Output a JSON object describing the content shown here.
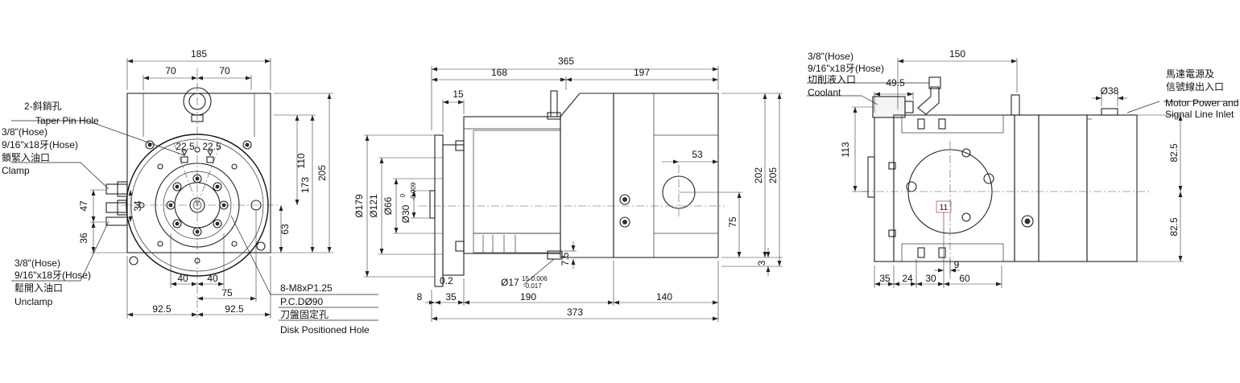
{
  "views": {
    "front": {
      "dims": {
        "d185": "185",
        "d70a": "70",
        "d70b": "70",
        "d110": "110",
        "d173": "173",
        "d205": "205",
        "d63": "63",
        "d47": "47",
        "d36": "36",
        "d34": "34",
        "d40a": "40",
        "d40b": "40",
        "d75": "75",
        "d92a": "92.5",
        "d92b": "92.5",
        "ang1": "22.5",
        "ang2": "22.5"
      },
      "labels": {
        "taper_cn": "2-斜銷孔",
        "taper_en": "Taper Pin Hole",
        "clamp_hose1": "3/8\"(Hose)",
        "clamp_hose2": "9/16\"x18牙(Hose)",
        "clamp_cn": "鎖緊入油口",
        "clamp_en": "Clamp",
        "unclamp_hose1": "3/8\"(Hose)",
        "unclamp_hose2": "9/16\"x18牙(Hose)",
        "unclamp_cn": "鬆開入油口",
        "unclamp_en": "Unclamp",
        "thread": "8-M8xP1.25",
        "pcd": "P.C.DØ90",
        "disk_cn": "刀盤固定孔",
        "disk_en": "Disk Positioned Hole"
      }
    },
    "side": {
      "dims": {
        "d365": "365",
        "d168": "168",
        "d197": "197",
        "d15": "15",
        "d179": "Ø179",
        "d121": "Ø121",
        "d66": "Ø66",
        "d30": "Ø30",
        "tol30_up": "0",
        "tol30_dn": "-0.009",
        "d53": "53",
        "d75": "75",
        "d202": "202",
        "d205": "205",
        "d3": "3",
        "d75b": "7.5",
        "d02": "0.2",
        "d17": "Ø17",
        "tol17_up": "-0.006",
        "tol17_dn": "-0.017",
        "tol17_pre": "15",
        "d8": "8",
        "d35": "35",
        "d190": "190",
        "d140": "140",
        "d373": "373"
      }
    },
    "top": {
      "dims": {
        "d150": "150",
        "d495": "49.5",
        "d113": "113",
        "d38": "Ø38",
        "d825a": "82.5",
        "d825b": "82.5",
        "d11": "11",
        "d35": "35",
        "d24": "24",
        "d30": "30",
        "d9": "9",
        "d60": "60"
      },
      "labels": {
        "hose1": "3/8\"(Hose)",
        "hose2": "9/16\"x18牙(Hose)",
        "coolant_cn": "切削液入口",
        "coolant_en": "Coolant",
        "motor_cn1": "馬達電源及",
        "motor_cn2": "信號線出入口",
        "motor_en1": "Motor Power and",
        "motor_en2": "Signal Line Inlet"
      }
    }
  }
}
